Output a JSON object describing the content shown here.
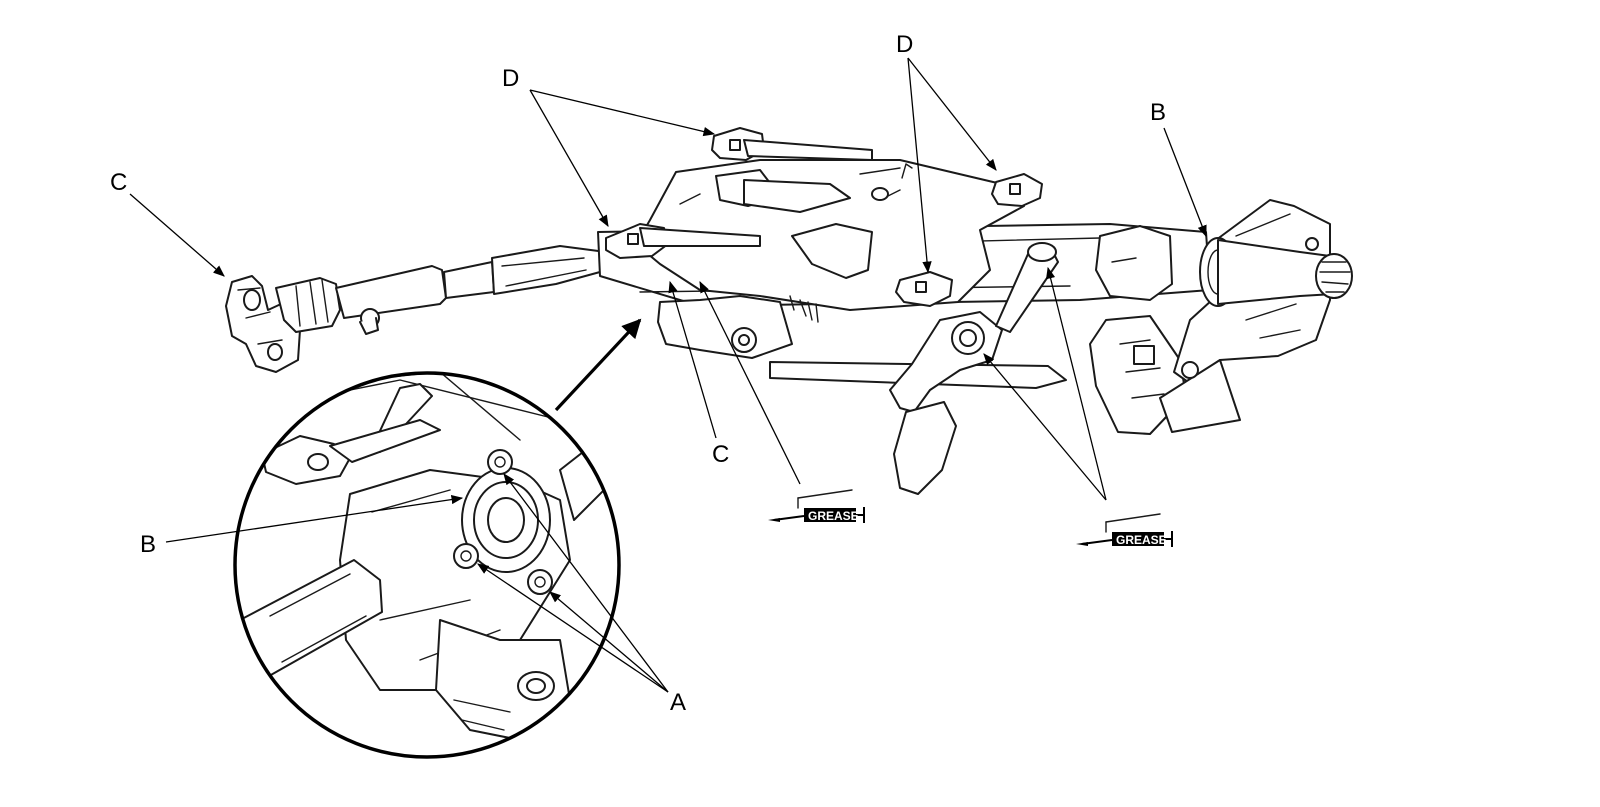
{
  "callouts": {
    "top_left_d": "D",
    "top_right_d": "D",
    "left_c": "C",
    "lower_c": "C",
    "right_b": "B",
    "inset_b": "B",
    "inset_a": "A"
  },
  "grease_symbols": {
    "center": "GREASE",
    "right": "GREASE"
  },
  "colors": {
    "line": "#1a1a1a",
    "background": "#ffffff",
    "grease_fill": "#000000"
  },
  "icons": {
    "grease": "grease-gun-icon",
    "pointer": "arrowhead"
  }
}
